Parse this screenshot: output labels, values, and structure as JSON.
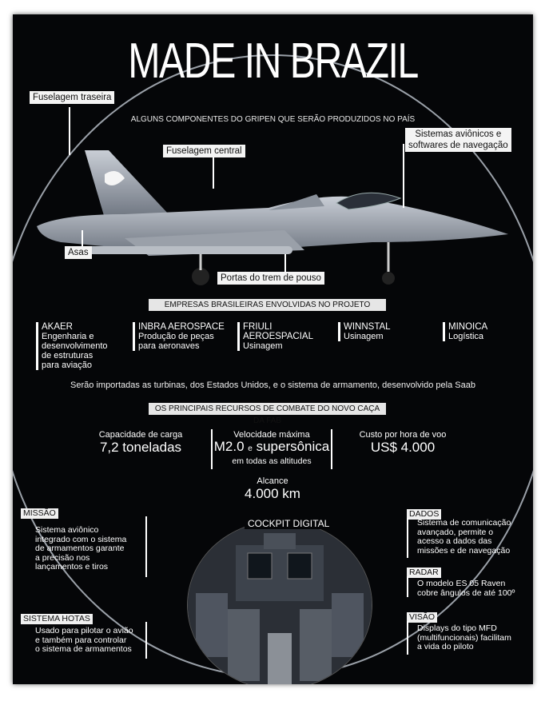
{
  "title": "MADE IN BRAZIL",
  "subtitle": "ALGUNS COMPONENTES DO GRIPEN QUE SERÃO PRODUZIDOS NO PAÍS",
  "labels": {
    "fuselagem_traseira": "Fuselagem traseira",
    "fuselagem_central": "Fuselagem central",
    "sistemas_line1": "Sistemas aviônicos e",
    "sistemas_line2": "softwares de navegação",
    "asas": "Asas",
    "portas": "Portas do trem de pouso"
  },
  "companies_banner": "EMPRESAS BRASILEIRAS ENVOLVIDAS NO PROJETO",
  "companies": [
    {
      "name": "AKAER",
      "desc": [
        "Engenharia e",
        "desenvolvimento",
        "de estruturas",
        "para aviação"
      ]
    },
    {
      "name": "INBRA AEROSPACE",
      "desc": [
        "Produção de peças",
        "para aeronaves"
      ]
    },
    {
      "name": "FRIULI",
      "name2": "AEROESPACIAL",
      "desc": [
        "Usinagem"
      ]
    },
    {
      "name": "WINNSTAL",
      "desc": [
        "Usinagem"
      ]
    },
    {
      "name": "MINOICA",
      "desc": [
        "Logística"
      ]
    }
  ],
  "imports_note": "Serão importadas as turbinas, dos Estados Unidos, e o sistema de armamento, desenvolvido pela Saab",
  "resources_banner": "OS PRINCIPAIS RECURSOS DE COMBATE DO NOVO CAÇA DA FAB",
  "stats": {
    "capacidade_label": "Capacidade de carga",
    "capacidade_value": "7,2 toneladas",
    "velocidade_label": "Velocidade máxima",
    "velocidade_value_a": "M2.0",
    "velocidade_value_e": "e",
    "velocidade_value_b": "supersônica",
    "velocidade_note": "em todas as altitudes",
    "custo_label": "Custo por hora de voo",
    "custo_value": "US$ 4.000",
    "alcance_label": "Alcance",
    "alcance_value": "4.000 km"
  },
  "cockpit_title": "COCKPIT DIGITAL",
  "missao": {
    "head": "MISSÃO",
    "text": [
      "Sistema aviônico",
      "integrado com o sistema",
      "de armamentos garante",
      "a precisão nos",
      "lançamentos e tiros"
    ]
  },
  "hotas": {
    "head": "SISTEMA HOTAS",
    "text": [
      "Usado para pilotar o avião",
      "e também para controlar",
      "o sistema de armamentos"
    ]
  },
  "dados": {
    "head": "DADOS",
    "text": [
      "Sistema de comunicação",
      "avançado, permite o",
      "acesso a dados das",
      "missões e de navegação"
    ]
  },
  "radar": {
    "head": "RADAR",
    "text": [
      "O modelo ES 05 Raven",
      "cobre ângulos de até 100º"
    ]
  },
  "visao": {
    "head": "VISÃO",
    "text": [
      "Displays do tipo MFD",
      "(multifuncionais) facilitam",
      "a vida do piloto"
    ]
  }
}
